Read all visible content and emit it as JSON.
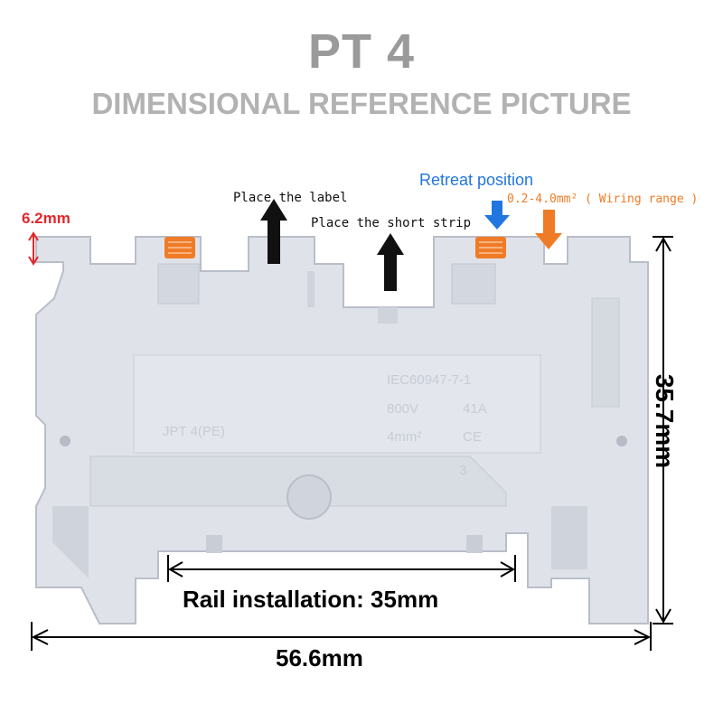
{
  "title": "PT 4",
  "subtitle": "DIMENSIONAL REFERENCE PICTURE",
  "annotations": {
    "top_height": "6.2mm",
    "place_label": "Place the label",
    "place_strip": "Place the short strip",
    "retreat": "Retreat position",
    "wiring": "0.2-4.0mm² ( Wiring range )",
    "height": "35.7mm",
    "rail": "Rail installation:  35mm",
    "width": "56.6mm"
  },
  "embossed": {
    "standard": "IEC60947-7-1",
    "voltage": "800V",
    "current": "41A",
    "section": "4mm²",
    "ce": "CE",
    "model": "JPT 4(PE)",
    "num": "3"
  },
  "colors": {
    "body": "#dfe2e8",
    "edge": "#b9bec9",
    "accent_orange": "#f07b26",
    "accent_blue": "#2176e0",
    "accent_red": "#e3262a"
  }
}
